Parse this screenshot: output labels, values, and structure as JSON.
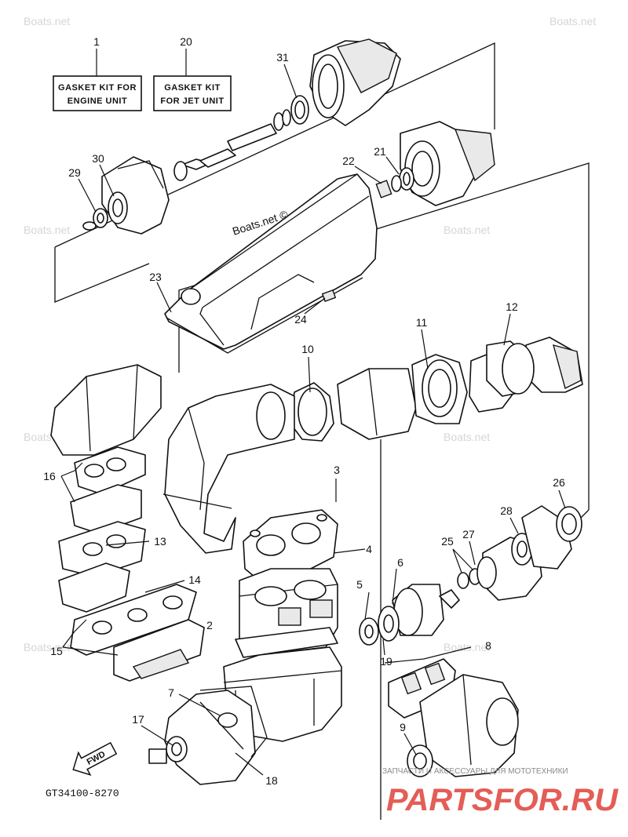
{
  "watermark_text": "Boats.net",
  "center_label": "Boats.net ©",
  "kits": [
    {
      "ref": "1",
      "line1": "GASKET KIT FOR",
      "line2": "ENGINE UNIT"
    },
    {
      "ref": "20",
      "line1": "GASKET KIT",
      "line2": "FOR JET UNIT"
    }
  ],
  "callouts": [
    "2",
    "3",
    "4",
    "5",
    "6",
    "7",
    "8",
    "9",
    "10",
    "11",
    "12",
    "13",
    "14",
    "15",
    "16",
    "17",
    "18",
    "19",
    "21",
    "22",
    "23",
    "24",
    "25",
    "26",
    "27",
    "28",
    "29",
    "30",
    "31"
  ],
  "direction_label": "FWD",
  "diagram_code": "GT34100-8270",
  "promo": {
    "tagline": "ЗАПЧАСТИ И АКСЕССУАРЫ ДЛЯ МОТОТЕХНИКИ",
    "brand": "PARTSFOR.RU"
  }
}
